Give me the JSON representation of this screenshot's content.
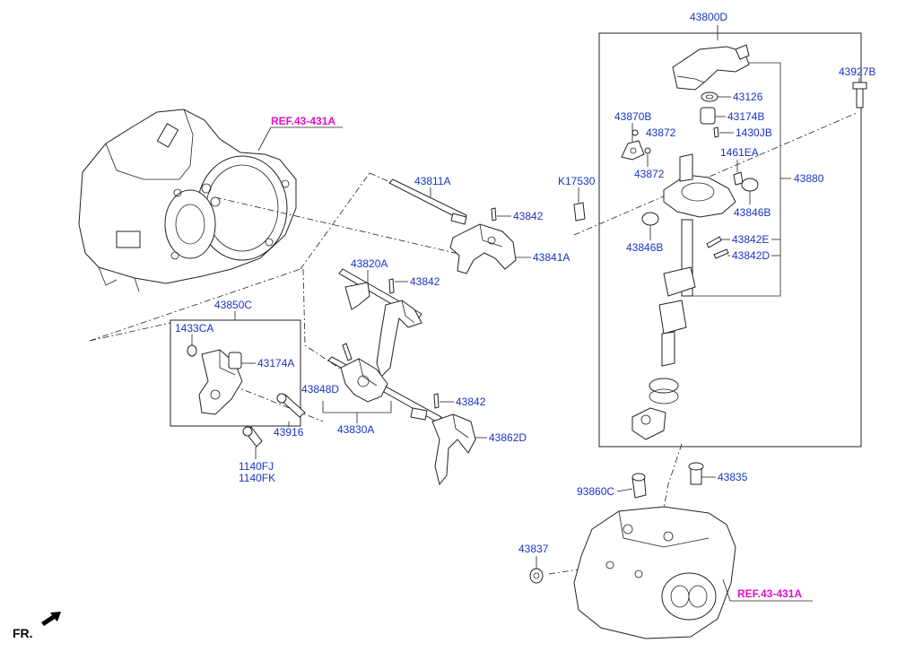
{
  "labels": {
    "p43800D": "43800D",
    "p43927B": "43927B",
    "p43126": "43126",
    "p43870B": "43870B",
    "p43174B": "43174B",
    "p43872a": "43872",
    "p1430JB": "1430JB",
    "p1461EA": "1461EA",
    "p43872b": "43872",
    "pK17530": "K17530",
    "p43880": "43880",
    "p43846Ba": "43846B",
    "p43846Bb": "43846B",
    "p43842E": "43842E",
    "p43842D": "43842D",
    "p43811A": "43811A",
    "p43842a": "43842",
    "p43841A": "43841A",
    "p43820A": "43820A",
    "p43842b": "43842",
    "p43850C": "43850C",
    "p1433CA": "1433CA",
    "p43174A": "43174A",
    "p43848D": "43848D",
    "p43842c": "43842",
    "p43916": "43916",
    "p43830A": "43830A",
    "p43862D": "43862D",
    "p1140FJ": "1140FJ",
    "p1140FK": "1140FK",
    "p93860C": "93860C",
    "p43835": "43835",
    "p43837": "43837"
  },
  "references": {
    "ref_top": "REF.43-431A",
    "ref_bottom": "REF.43-431A"
  },
  "orientation": "FR.",
  "colors": {
    "label": "#1a33c4",
    "reference": "#e010c8",
    "line": "#222222"
  },
  "icons": {
    "orientation_arrow": "arrow-left-down-icon"
  }
}
